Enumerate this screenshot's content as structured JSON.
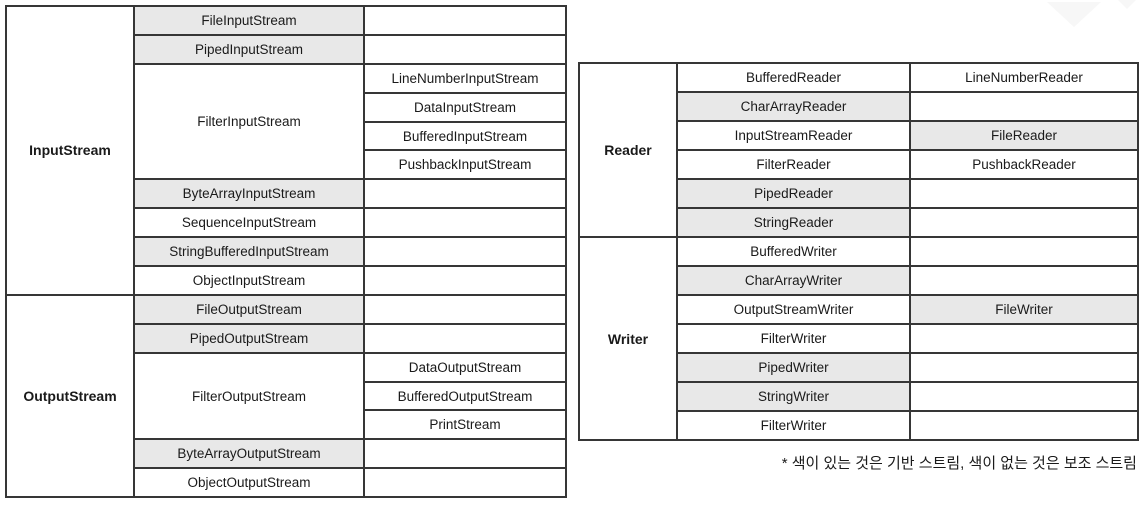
{
  "colors": {
    "shaded_cell": "#e8e8e8",
    "border": "#363636",
    "background": "#ffffff"
  },
  "byte_stream_table": {
    "sections": [
      {
        "header": "InputStream",
        "rows": [
          {
            "child": "FileInputStream",
            "shaded": true,
            "grandchild": ""
          },
          {
            "child": "PipedInputStream",
            "shaded": true,
            "grandchild": ""
          },
          {
            "child": "FilterInputStream",
            "shaded": false,
            "grandchild": "LineNumberInputStream"
          },
          {
            "grandchild": "DataInputStream"
          },
          {
            "grandchild": "BufferedInputStream"
          },
          {
            "grandchild": "PushbackInputStream"
          },
          {
            "child": "ByteArrayInputStream",
            "shaded": true,
            "grandchild": ""
          },
          {
            "child": "SequenceInputStream",
            "shaded": false,
            "grandchild": ""
          },
          {
            "child": "StringBufferedInputStream",
            "shaded": true,
            "grandchild": ""
          },
          {
            "child": "ObjectInputStream",
            "shaded": false,
            "grandchild": ""
          }
        ]
      },
      {
        "header": "OutputStream",
        "rows": [
          {
            "child": "FileOutputStream",
            "shaded": true,
            "grandchild": ""
          },
          {
            "child": "PipedOutputStream",
            "shaded": true,
            "grandchild": ""
          },
          {
            "child": "FilterOutputStream",
            "shaded": false,
            "grandchild": "DataOutputStream"
          },
          {
            "grandchild": "BufferedOutputStream"
          },
          {
            "grandchild": "PrintStream"
          },
          {
            "child": "ByteArrayOutputStream",
            "shaded": true,
            "grandchild": ""
          },
          {
            "child": "ObjectOutputStream",
            "shaded": false,
            "grandchild": ""
          }
        ]
      }
    ]
  },
  "char_stream_table": {
    "sections": [
      {
        "header": "Reader",
        "rows": [
          {
            "child": "BufferedReader",
            "shaded": false,
            "grandchild": "LineNumberReader",
            "grandchild_shaded": false
          },
          {
            "child": "CharArrayReader",
            "shaded": true,
            "grandchild": ""
          },
          {
            "child": "InputStreamReader",
            "shaded": false,
            "grandchild": "FileReader",
            "grandchild_shaded": true
          },
          {
            "child": "FilterReader",
            "shaded": false,
            "grandchild": "PushbackReader",
            "grandchild_shaded": false
          },
          {
            "child": "PipedReader",
            "shaded": true,
            "grandchild": ""
          },
          {
            "child": "StringReader",
            "shaded": true,
            "grandchild": ""
          }
        ]
      },
      {
        "header": "Writer",
        "rows": [
          {
            "child": "BufferedWriter",
            "shaded": false,
            "grandchild": ""
          },
          {
            "child": "CharArrayWriter",
            "shaded": true,
            "grandchild": ""
          },
          {
            "child": "OutputStreamWriter",
            "shaded": false,
            "grandchild": "FileWriter",
            "grandchild_shaded": true
          },
          {
            "child": "FilterWriter",
            "shaded": false,
            "grandchild": ""
          },
          {
            "child": "PipedWriter",
            "shaded": true,
            "grandchild": ""
          },
          {
            "child": "StringWriter",
            "shaded": true,
            "grandchild": ""
          },
          {
            "child": "FilterWriter",
            "shaded": false,
            "grandchild": ""
          }
        ]
      }
    ]
  },
  "footnote": "* 색이 있는 것은 기반 스트림, 색이 없는 것은 보조 스트림"
}
